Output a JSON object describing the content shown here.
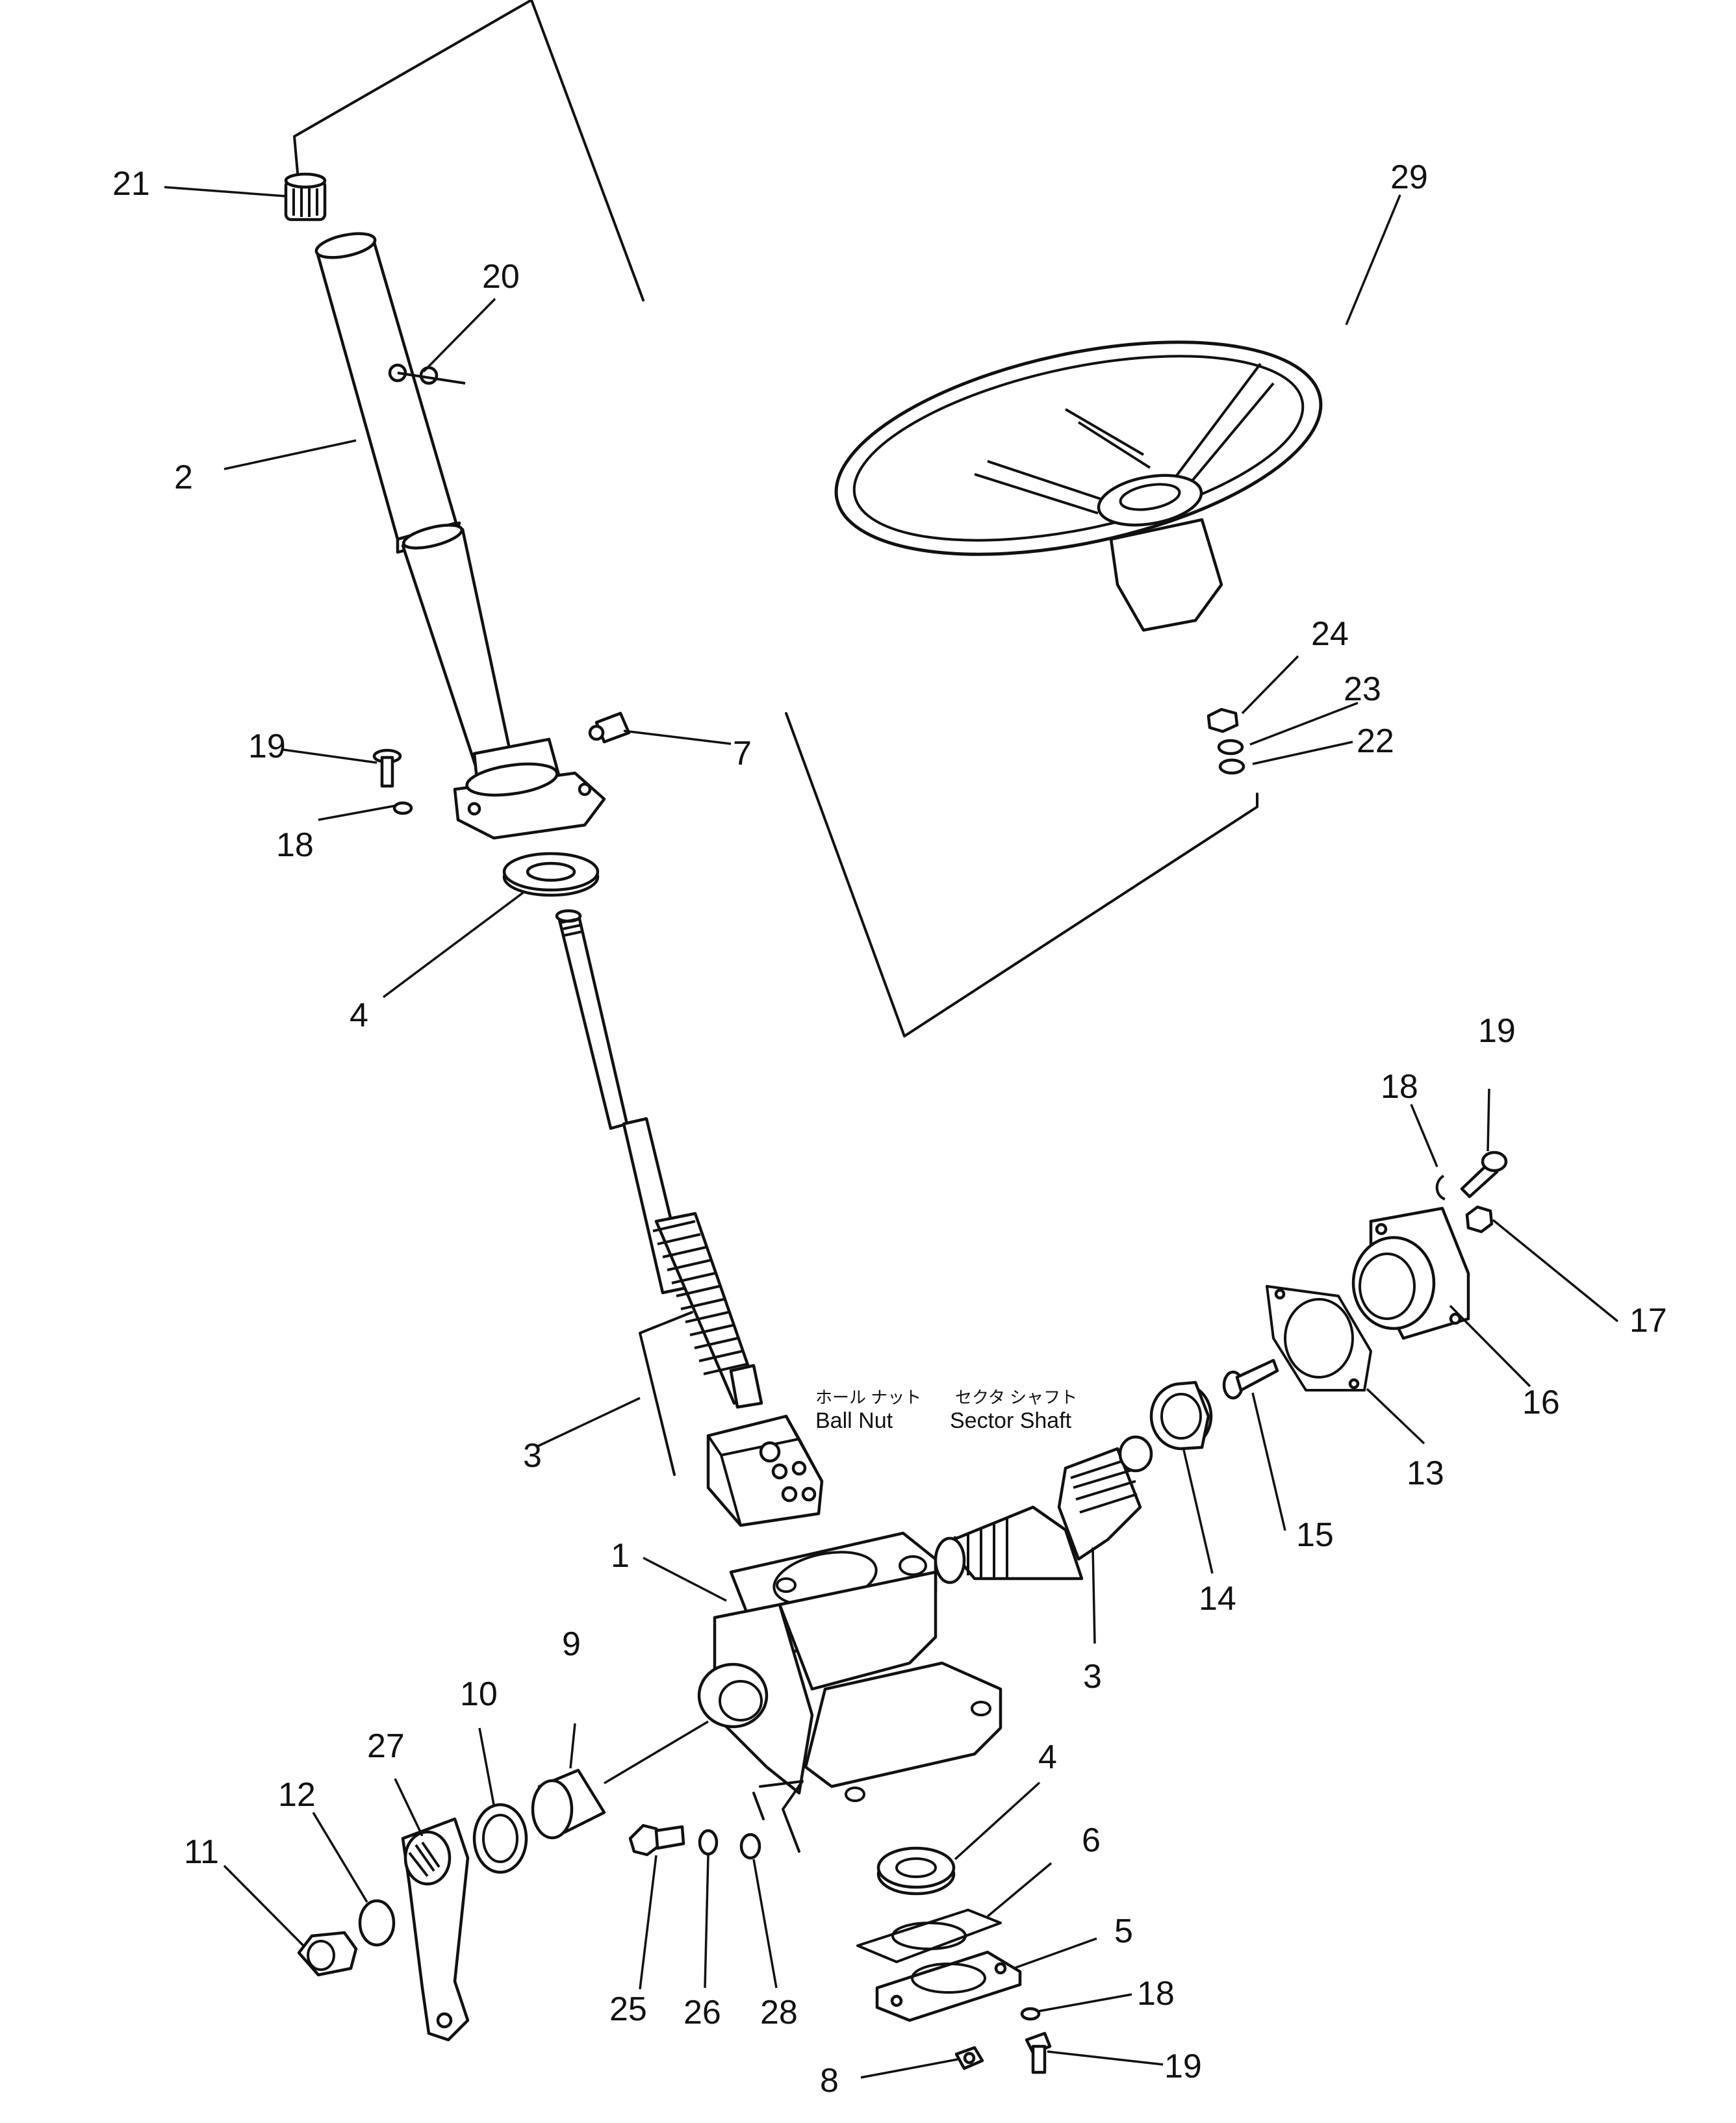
{
  "part_numbers": {
    "p1": "1",
    "p2": "2",
    "p3_upper": "3",
    "p3_lower": "3",
    "p4_upper": "4",
    "p4_lower": "4",
    "p5": "5",
    "p6": "6",
    "p7": "7",
    "p8": "8",
    "p9": "9",
    "p10": "10",
    "p11": "11",
    "p12": "12",
    "p13": "13",
    "p14": "14",
    "p15": "15",
    "p16": "16",
    "p17": "17",
    "p18_upper": "18",
    "p18_right": "18",
    "p18_lower": "18",
    "p19_upper": "19",
    "p19_right": "19",
    "p19_lower": "19",
    "p20": "20",
    "p21": "21",
    "p22": "22",
    "p23": "23",
    "p24": "24",
    "p25": "25",
    "p26": "26",
    "p27": "27",
    "p28": "28",
    "p29": "29"
  },
  "captions": {
    "ball_nut_jp": "ホール ナット",
    "ball_nut_en": "Ball Nut",
    "sector_shaft_jp": "セクタ シャフト",
    "sector_shaft_en": "Sector Shaft"
  }
}
